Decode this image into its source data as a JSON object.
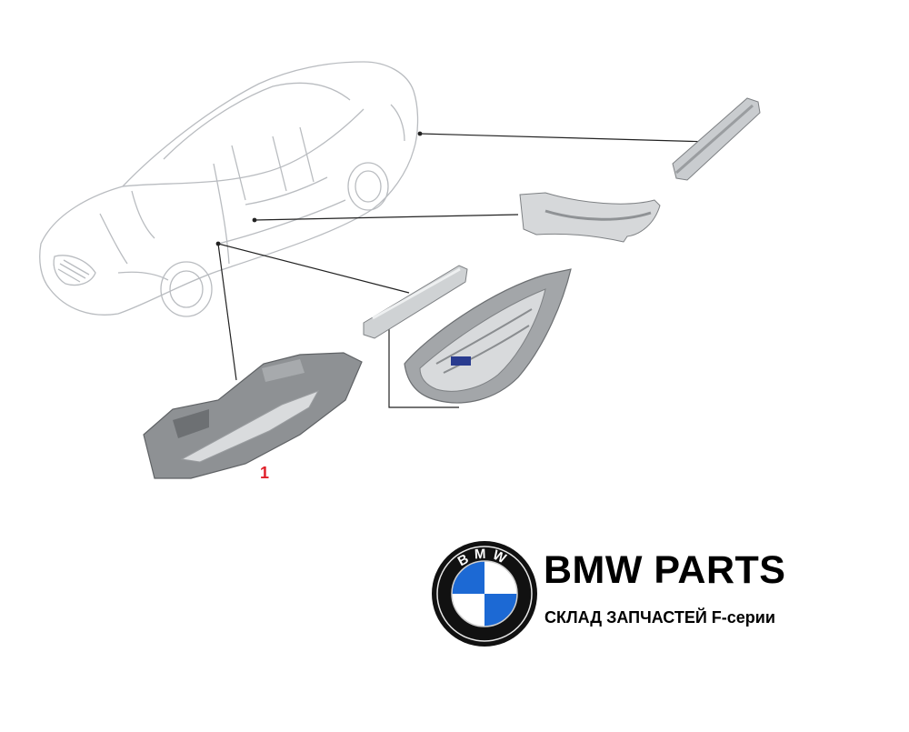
{
  "diagram": {
    "callout_number": "1",
    "parts": [
      "vehicle-outline",
      "rear-trim-strip",
      "door-handle-light",
      "light-guide-bar",
      "side-gill-trim",
      "side-marker-lamp"
    ]
  },
  "branding": {
    "logo_letters": "BMW",
    "title": "BMW PARTS",
    "subtitle": "СКЛАД ЗАПЧАСТЕЙ F-серии"
  },
  "colors": {
    "line": "#b9bcc0",
    "leader": "#222222",
    "part_dark": "#7e8184",
    "part_light": "#c9cccf",
    "callout": "#e0202a",
    "logo_blue": "#1c69d4"
  }
}
